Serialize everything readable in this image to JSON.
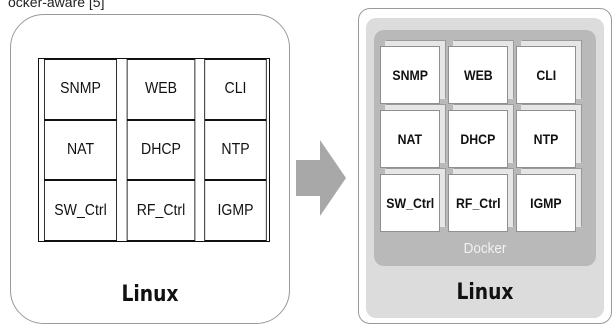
{
  "caption": "ocker-aware [5]",
  "left": {
    "cells": [
      "SNMP",
      "WEB",
      "CLI",
      "NAT",
      "DHCP",
      "NTP",
      "SW_Ctrl",
      "RF_Ctrl",
      "IGMP"
    ],
    "os_label": "Linux"
  },
  "right": {
    "containers": [
      "SNMP",
      "WEB",
      "CLI",
      "NAT",
      "DHCP",
      "NTP",
      "SW_Ctrl",
      "RF_Ctrl",
      "IGMP"
    ],
    "docker_label": "Docker",
    "os_label": "Linux"
  },
  "colors": {
    "arrow": "#a8a8a8",
    "docker_tray": "#b9b9b9",
    "outer_tray": "#dcdcdc"
  },
  "icons": {
    "arrow": "right-arrow-icon"
  }
}
